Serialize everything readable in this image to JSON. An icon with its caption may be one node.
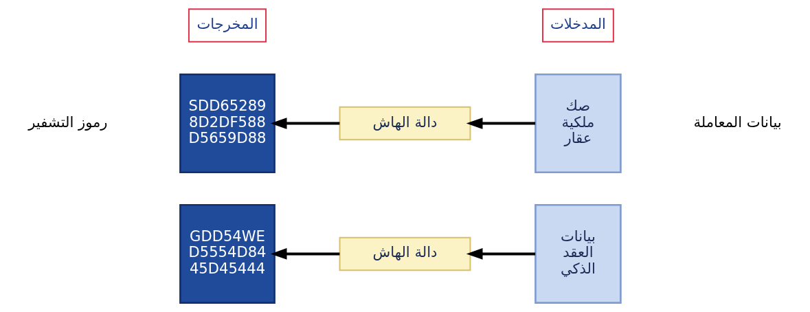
{
  "diagram": {
    "nodes": [
      {
        "text": [
          "المخرجات"
        ]
      },
      {
        "text": [
          "المدخلات"
        ]
      },
      {
        "text": [
          "صك ملكية عقار"
        ]
      },
      {
        "text": [
          "دالة الهاش"
        ]
      },
      {
        "text": [
          "SDD65289 8D2DF588 D5659D88"
        ]
      },
      {
        "text": [
          "بيانات العقد الذكي"
        ]
      },
      {
        "text": [
          "دالة الهاش"
        ]
      },
      {
        "text": [
          "GDD54WE D5554D84 45D45444"
        ]
      }
    ],
    "edges": [
      {
        "from": 2,
        "to": 3,
        "arrow": "to"
      },
      {
        "from": 3,
        "to": 4,
        "arrow": "to"
      },
      {
        "from": 5,
        "to": 6,
        "arrow": "to"
      },
      {
        "from": 6,
        "to": 7,
        "arrow": "to"
      }
    ],
    "labels": [
      "رموز التشفير",
      "بيانات المعاملة"
    ]
  }
}
